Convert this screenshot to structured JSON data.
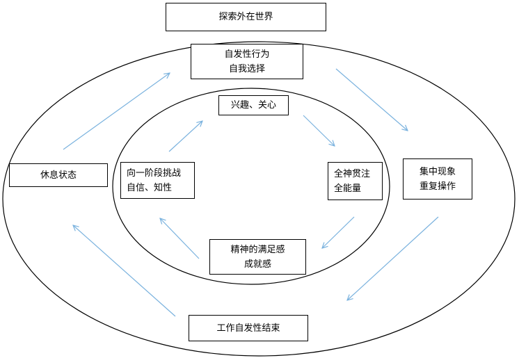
{
  "colors": {
    "line": "#000000",
    "arrow": "#7ab2de",
    "box_fill": "#ffffff"
  },
  "nodes": {
    "top": {
      "label": "探索外在世界"
    },
    "outer_top": {
      "line1": "自发性行为",
      "line2": "自我选择"
    },
    "outer_right": {
      "line1": "集中现象",
      "line2": "重复操作"
    },
    "outer_bottom": {
      "label": "工作自发性结束"
    },
    "outer_left": {
      "label": "休息状态"
    },
    "inner_top": {
      "label": "兴趣、关心"
    },
    "inner_right": {
      "line1": "全神贯注",
      "line2": "全能量"
    },
    "inner_bottom": {
      "line1": "精神的满足感",
      "line2": "成就感"
    },
    "inner_left": {
      "line1": "向一阶段挑战",
      "line2": "自信、知性"
    }
  },
  "arrows": [
    {
      "from": "outer_left",
      "to": "outer_top"
    },
    {
      "from": "outer_top",
      "to": "outer_right"
    },
    {
      "from": "outer_right",
      "to": "outer_bottom"
    },
    {
      "from": "outer_bottom",
      "to": "outer_left"
    },
    {
      "from": "inner_left",
      "to": "inner_top"
    },
    {
      "from": "inner_top",
      "to": "inner_right"
    },
    {
      "from": "inner_right",
      "to": "inner_bottom"
    },
    {
      "from": "inner_bottom",
      "to": "inner_left"
    }
  ]
}
